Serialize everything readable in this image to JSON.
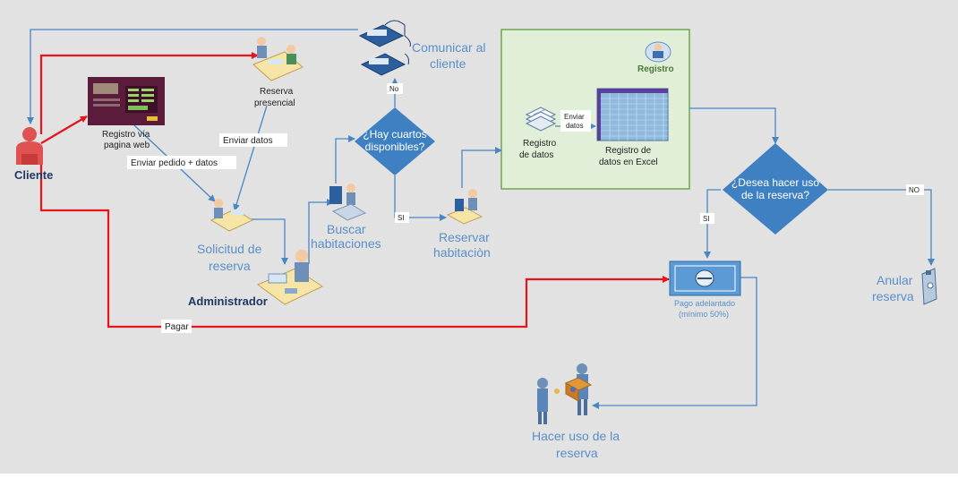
{
  "colors": {
    "background": "#e2e2e2",
    "flow_blue": "#4a86c4",
    "flow_red": "#e8141c",
    "decision_fill": "#3f80c2",
    "process_group_fill": "#e1efd8",
    "process_group_border": "#6aa84f",
    "actor_red": "#e05252"
  },
  "actors": {
    "client": "Cliente",
    "admin": "Administrador"
  },
  "nodes": {
    "web_registration": [
      "Registro vía",
      "pagina web"
    ],
    "walkin": [
      "Reserva",
      "presencial"
    ],
    "request": [
      "Solicitud de",
      "reserva"
    ],
    "search": [
      "Buscar",
      "habitaciones"
    ],
    "notify": [
      "Comunicar al",
      "cliente"
    ],
    "reserve_room": [
      "Reservar",
      "habitaciòn"
    ],
    "register_data": [
      "Registro",
      "de datos"
    ],
    "excel": [
      "Registro de",
      "datos en Excel"
    ],
    "group_title": "Registro",
    "advance_payment": [
      "Pago adelantado",
      "(mínimo 50%)"
    ],
    "cancel": [
      "Anular",
      "reserva"
    ],
    "use_reservation": [
      "Hacer uso de la",
      "reserva"
    ]
  },
  "decisions": {
    "rooms_available": [
      "¿Hay cuartos",
      "disponibles?"
    ],
    "use_booking": [
      "¿Desea hacer uso",
      "de la reserva?"
    ]
  },
  "edges": {
    "send_data": "Enviar datos",
    "send_order": "Enviar pedido + datos",
    "pay": "Pagar",
    "no_upper": "No",
    "yes_upper": "SI",
    "send_data_small": [
      "Enviar",
      "datos"
    ],
    "yes_right": "SI",
    "no_right": "NO"
  }
}
